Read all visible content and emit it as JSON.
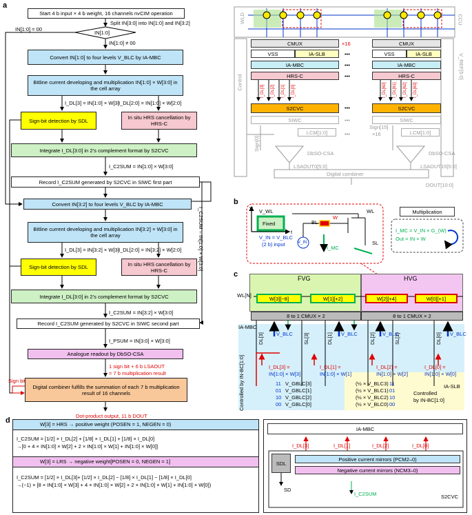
{
  "panels": {
    "a": "a",
    "b": "b",
    "c": "c",
    "d": "d"
  },
  "flow": {
    "start": "Start 4 b input × 4 b weight, 16 channels nvCIM operation",
    "split": "Split IN[3:0] into IN[1:0] and IN[3:2]",
    "in10_eq": "IN[1:0] = 00",
    "decision": "IN[1:0]",
    "in10_neq": "IN[1:0] ≠ 00",
    "convert1": "Convert IN[1:0] to four levels V_BLC by IA-MBC",
    "bitline1": "Bitline current developing and multiplication IN[1:0] × W[3:0] in the cell array",
    "idl1_a": "I_DL[3] = IN[1:0] × W[3]",
    "idl1_b": "I_DL[2:0] = IN[1:0] × W[2:0]",
    "sign1": "Sign-bit detection by SDL",
    "hrs1": "In situ HRS cancellation by HRS-C",
    "integrate1": "Integrate I_DL[3:0] in 2’s complement format by S2CVC",
    "ic2sum1": "I_C2SUM = IN[1:0] × W[3:0]",
    "record1": "Record I_C2SUM generated by S2CVC in SIWC first part",
    "convert2": "Convert IN[3:2] to four levels V_BLC by IA-MBC",
    "bitline2": "Bitline current developing and multiplication IN[3:2] × W[3:0] in the cell array",
    "idl2_a": "I_DL[3] = IN[3:2] × W[3]",
    "idl2_b": "I_DL[2:0] = IN[3:2] × W[2:0]",
    "sign2": "Sign-bit detection by SDL",
    "hrs2": "In situ HRS cancellation by HRS-C",
    "integrate2": "Integrate I_DL[3:0] in 2’s complement format by S2CVC",
    "ic2sum2": "I_C2SUM = IN[3:2] × W[3:0]",
    "record2": "Record I_C2SUM generated by S2CVC in SIWC second part",
    "ipsum": "I_PSUM = IN[3:0] × W[3:0]",
    "readout": "Analogue readout by DbSO-CSA",
    "side_eq": "I_C2SUM = IN[1:0] × W[3:0]",
    "signbit": "Sign bit",
    "lsaout1": "1 sign bit + 6 b LSAOUT",
    "lsaout2": "= 7 b multiplication result",
    "combiner": "Digital combiner fulfills the summation of each 7 b multiplication result of 16 channels",
    "dot": "Dot-product output, 11 b DOUT"
  },
  "arch": {
    "wld": "WLD",
    "ccu": "CCU",
    "control": "Control",
    "cmux": "CMUX",
    "vss": "VSS",
    "iaslb": "IA-SLB",
    "iambc": "IA-MBC",
    "hrsc": "HRS-C",
    "s2cvc": "S2CVC",
    "siwc": "SIWC",
    "x16": "×16",
    "x16b": "×16",
    "dots": "•••",
    "lcm": "LCM[1:0]",
    "dbso": "DbSO-CSA",
    "sign0": "Sign[0]",
    "sign15": "Sign[15]",
    "lsaout0": "LSAOUT0[5:0]",
    "lsaout15": "LSAOUT15[5:0]",
    "digcomb": "Digital combiner",
    "dout": "DOUT[10:0]",
    "vref": "V_REF[5:0]",
    "idl_left": [
      "I_DL[3]",
      "I_DL[2]",
      "I_DL[1]",
      "I_DL[0]"
    ],
    "idl_right": [
      "I_DL[60]",
      "I_DL[61]",
      "I_DL[62]",
      "I_DL[63]"
    ]
  },
  "b": {
    "v": "V",
    "vwl": "V_WL",
    "fixed": "Fixed",
    "t": "t",
    "bl": "BL",
    "w": "W",
    "wl": "WL",
    "sl": "SL",
    "vin_eq": "V_IN = V_BLC",
    "input": "(2 b) input",
    "vin": "V_IN",
    "imc": "I_MC",
    "mult_title": "Multiplication",
    "eq1": "I_MC = V_IN × G_(W)",
    "eq2": "Out = IN × W"
  },
  "c": {
    "fvg": "FVG",
    "hvg": "HVG",
    "wl": "WL[N]",
    "cells": [
      "W[3][−8]",
      "W[1][+2]",
      "W[2][+4]",
      "W[0][+1]"
    ],
    "mux": "8 to 1 CMUX × 2",
    "iambc": "IA-MBC",
    "vblc": "V_BLC",
    "dl": [
      "DL[3]",
      "DL[1]",
      "DL[2]",
      "DL[0]"
    ],
    "slc": [
      "SL[3]",
      "SL[1]",
      "SL[2]",
      "SL[0]"
    ],
    "idl": [
      "I_DL[3] =",
      "I_DL[1] =",
      "I_DL[2] =",
      "I_DL[0] ="
    ],
    "prod": [
      "IN[1:0] × W[3]",
      "IN[1:0] × W[1]",
      "IN[1:0] × W[2]",
      "IN[1:0] × W[0]"
    ],
    "ctrl": "Controlled by IN-BC[1:0]",
    "left_levels": [
      {
        "code": "11",
        "v": "V_GBLC[3]"
      },
      {
        "code": "01",
        "v": "V_GBLC[1]"
      },
      {
        "code": "10",
        "v": "V_GBLC[2]"
      },
      {
        "code": "00",
        "v": "V_GBLC[0]"
      }
    ],
    "right_levels": [
      {
        "code": "11",
        "v": "(½ × V_BLC3)"
      },
      {
        "code": "01",
        "v": "(½ × V_BLC1)"
      },
      {
        "code": "10",
        "v": "(½ × V_BLC2)"
      },
      {
        "code": "00",
        "v": "(½ × V_BLC0)"
      }
    ],
    "ctrl2a": "Controlled",
    "ctrl2b": "by IN-BC[1:0]",
    "iaslb": "IA-SLB"
  },
  "d": {
    "pos_title": "W[3] = HRS → positive weight (POSEN = 1, NEGEN = 0)",
    "pos_eq1": "I_C2SUM = [1/2] × I_DL[2] + [1/8] × I_DL[1] + [1/8] × I_DL[0]",
    "pos_eq2": "→[0 + 4 × IN[1:0] × W[2] + 2 × IN[1:0] × W[1] + IN[1:0] × W[0]]",
    "neg_title": "W[3] = LRS → negative weight[POSEN = 0, NEGEN = 1]",
    "neg_eq1": "I_C2SUM = [1/2] × I_DL[3]+ [1/2] × I_DL[2] − [1/8] × I_DL[1] − [1/8] × I_DL[0]",
    "neg_eq2": "→(−1) × [8 × IN[1:0] × W[3] + 4 × IN[1:0] × W[2] + 2 × IN[1:0] × W[1] + IN[1:0] × W[0])",
    "iambc": "IA-MBC",
    "idl": [
      "I_DL[3]",
      "I_DL[1]",
      "I_DL[2]",
      "I_DL[0]"
    ],
    "sdl": "SDL",
    "sd": "SD",
    "pcm": "Positive current mirrors (PCM2–0)",
    "ncm": "Negative current mirrors (NCM3–0)",
    "ic2sum": "I_C2SUM",
    "s2cvc": "S2CVC"
  },
  "colors": {
    "blue": "#bfe4f7",
    "yellow": "#ffff00",
    "pink": "#f6c8cf",
    "green": "#cdf0c4",
    "purple": "#f1c0ef",
    "orange": "#f9c89a",
    "red": "#e00000",
    "cyan": "#d5f0fb",
    "fvg": "#d9f5b0",
    "hvg": "#f3c6f1"
  }
}
